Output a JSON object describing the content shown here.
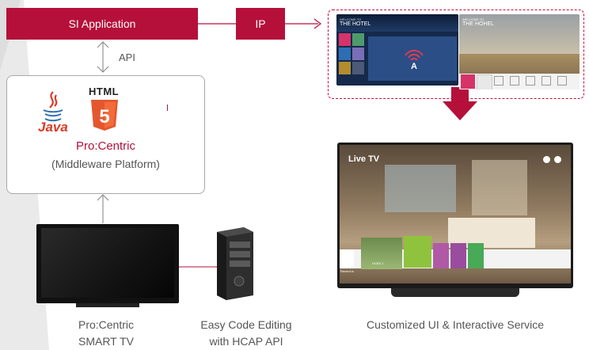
{
  "top_bar": {
    "si_application_label": "SI Application",
    "ip_label": "IP"
  },
  "api_label": "API",
  "middleware": {
    "html_logo": "HTML",
    "html_version": "5",
    "java_logo": "Java",
    "title": "Pro:Centric",
    "subtitle": "(Middleware Platform)"
  },
  "bottom_captions": {
    "smart_tv_line1": "Pro:Centric",
    "smart_tv_line2": "SMART TV",
    "code_line1": "Easy Code Editing",
    "code_line2": "with HCAP API",
    "ui_caption": "Customized UI & Interactive Service"
  },
  "screen_left": {
    "welcome": "WELCOME TO",
    "hotel": "THE HOTEL"
  },
  "screen_right": {
    "welcome": "WELCOME TO",
    "hotel": "THE HOHEL"
  },
  "tv_screen": {
    "live_label": "Live TV",
    "channel_text": "HCBS 1",
    "side_label": "Recent w."
  },
  "colors": {
    "accent": "#b5103a",
    "dashed_border": "#c2103f"
  }
}
